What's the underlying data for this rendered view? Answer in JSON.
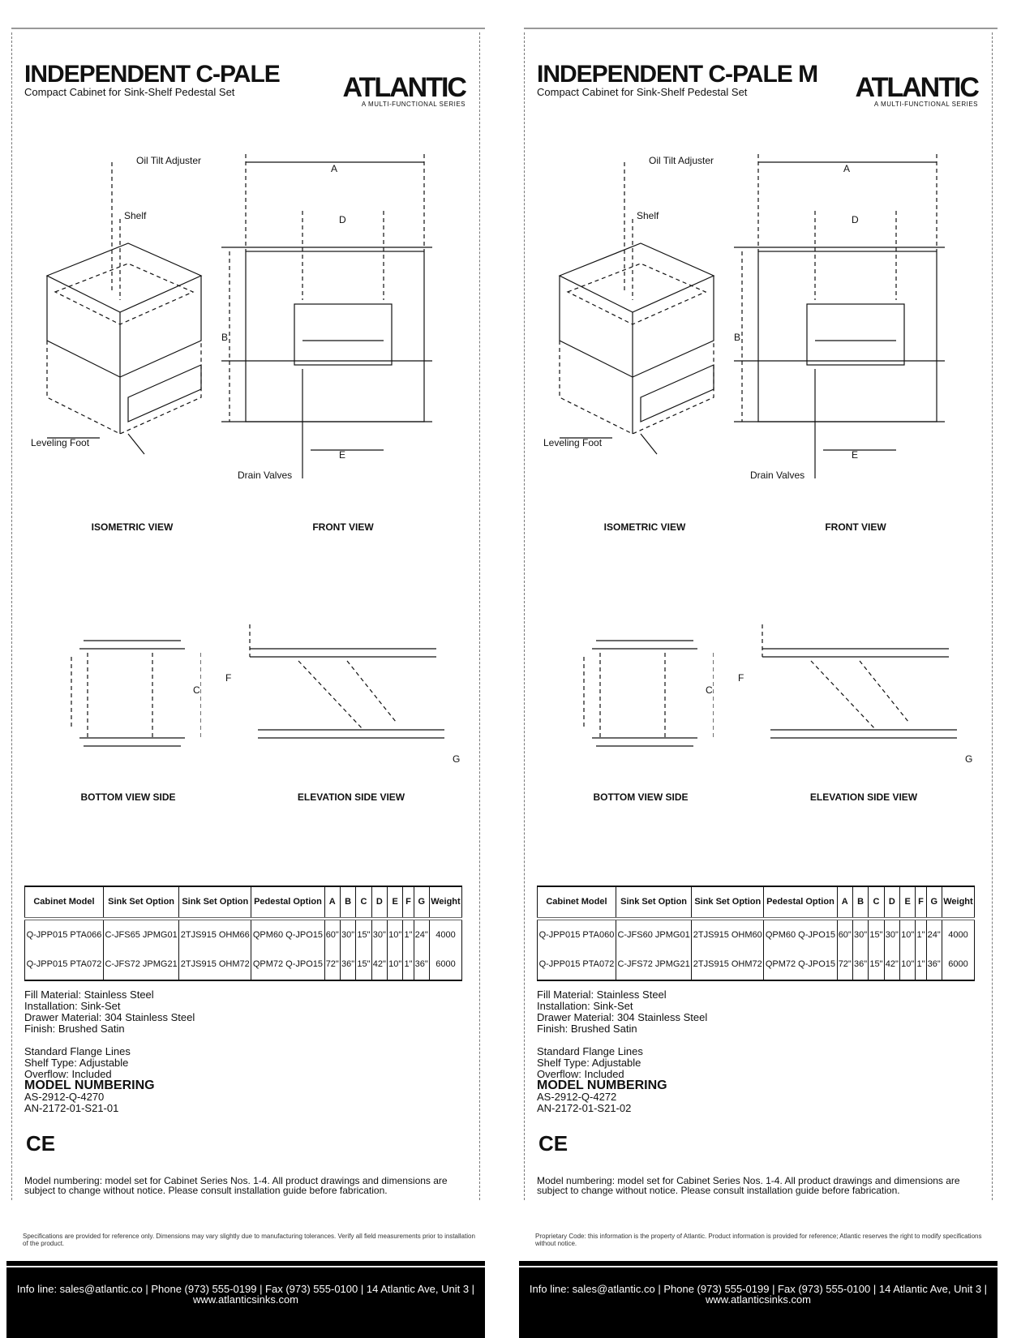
{
  "panels": [
    {
      "title": "INDEPENDENT C-PALE",
      "subtitle": "Compact Cabinet for Sink-Shelf Pedestal Set",
      "logo": "ATLANTIC",
      "logo_tag": "A MULTI-FUNCTIONAL SERIES",
      "callouts": {
        "top_a": "Oil Tilt Adjuster",
        "mid": "Shelf",
        "bottom": "Leveling Foot",
        "dim_a": "A",
        "dim_b": "B",
        "dim_c": "C",
        "dim_d": "D",
        "dim_e": "E",
        "dim_f": "F",
        "dim_g": "G",
        "valve": "Drain Valves"
      },
      "views": [
        "ISOMETRIC VIEW",
        "FRONT VIEW",
        "BOTTOM VIEW SIDE",
        "ELEVATION SIDE VIEW"
      ],
      "table": {
        "headers": [
          "Cabinet Model",
          "Sink Set Option",
          "Sink Set Option",
          "Pedestal Option",
          "A",
          "B",
          "C",
          "D",
          "E",
          "F",
          "G",
          "Weight"
        ],
        "rows": [
          [
            "Q-JPP015 PTA066",
            "C-JFS65 JPMG01",
            "2TJS915 OHM66",
            "QPM60 Q-JPO15",
            "60\"",
            "30\"",
            "15\"",
            "30\"",
            "10\"",
            "1\"",
            "24\"",
            "4000"
          ],
          [
            "Q-JPP015 PTA072",
            "C-JFS72 JPMG21",
            "2TJS915 OHM72",
            "QPM72 Q-JPO15",
            "72\"",
            "36\"",
            "15\"",
            "42\"",
            "10\"",
            "1\"",
            "36\"",
            "6000"
          ]
        ]
      },
      "notes": [
        "Fill Material: Stainless Steel",
        "Installation: Sink-Set",
        "Drawer Material: 304 Stainless Steel",
        "Finish: Brushed Satin"
      ],
      "notes2": [
        "Standard Flange Lines",
        "Shelf Type: Adjustable",
        "Overflow: Included"
      ],
      "model_bold": "MODEL NUMBERING",
      "model_code": "AS-2912-Q-4270",
      "model_code2": "AN-2172-01-S21-01",
      "cert": "CE",
      "disclaimer": "Model numbering: model set for Cabinet Series Nos. 1-4. All product drawings and dimensions are subject to change without notice. Please consult installation guide before fabrication.",
      "fine": "Specifications are provided for reference only. Dimensions may vary slightly due to manufacturing tolerances. Verify all field measurements prior to installation of the product.",
      "footer": "Info line: sales@atlantic.co | Phone (973) 555-0199 | Fax (973) 555-0100 | 14 Atlantic Ave, Unit 3 | www.atlanticsinks.com"
    },
    {
      "title": "INDEPENDENT C-PALE M",
      "subtitle": "Compact Cabinet for Sink-Shelf Pedestal Set",
      "logo": "ATLANTIC",
      "logo_tag": "A MULTI-FUNCTIONAL SERIES",
      "callouts": {
        "top_a": "Oil Tilt Adjuster",
        "mid": "Shelf",
        "bottom": "Leveling Foot",
        "dim_a": "A",
        "dim_b": "B",
        "dim_c": "C",
        "dim_d": "D",
        "dim_e": "E",
        "dim_f": "F",
        "dim_g": "G",
        "valve": "Drain Valves"
      },
      "views": [
        "ISOMETRIC VIEW",
        "FRONT VIEW",
        "BOTTOM VIEW SIDE",
        "ELEVATION SIDE VIEW"
      ],
      "table": {
        "headers": [
          "Cabinet Model",
          "Sink Set Option",
          "Sink Set Option",
          "Pedestal Option",
          "A",
          "B",
          "C",
          "D",
          "E",
          "F",
          "G",
          "Weight"
        ],
        "rows": [
          [
            "Q-JPP015 PTA060",
            "C-JFS60 JPMG01",
            "2TJS915 OHM60",
            "QPM60 Q-JPO15",
            "60\"",
            "30\"",
            "15\"",
            "30\"",
            "10\"",
            "1\"",
            "24\"",
            "4000"
          ],
          [
            "Q-JPP015 PTA072",
            "C-JFS72 JPMG21",
            "2TJS915 OHM72",
            "QPM72 Q-JPO15",
            "72\"",
            "36\"",
            "15\"",
            "42\"",
            "10\"",
            "1\"",
            "36\"",
            "6000"
          ]
        ]
      },
      "notes": [
        "Fill Material: Stainless Steel",
        "Installation: Sink-Set",
        "Drawer Material: 304 Stainless Steel",
        "Finish: Brushed Satin"
      ],
      "notes2": [
        "Standard Flange Lines",
        "Shelf Type: Adjustable",
        "Overflow: Included"
      ],
      "model_bold": "MODEL NUMBERING",
      "model_code": "AS-2912-Q-4272",
      "model_code2": "AN-2172-01-S21-02",
      "cert": "CE",
      "disclaimer": "Model numbering: model set for Cabinet Series Nos. 1-4. All product drawings and dimensions are subject to change without notice. Please consult installation guide before fabrication.",
      "fine": "Proprietary Code: this information is the property of Atlantic. Product information is provided for reference; Atlantic reserves the right to modify specifications without notice.",
      "footer": "Info line: sales@atlantic.co | Phone (973) 555-0199 | Fax (973) 555-0100 | 14 Atlantic Ave, Unit 3 | www.atlanticsinks.com"
    }
  ]
}
